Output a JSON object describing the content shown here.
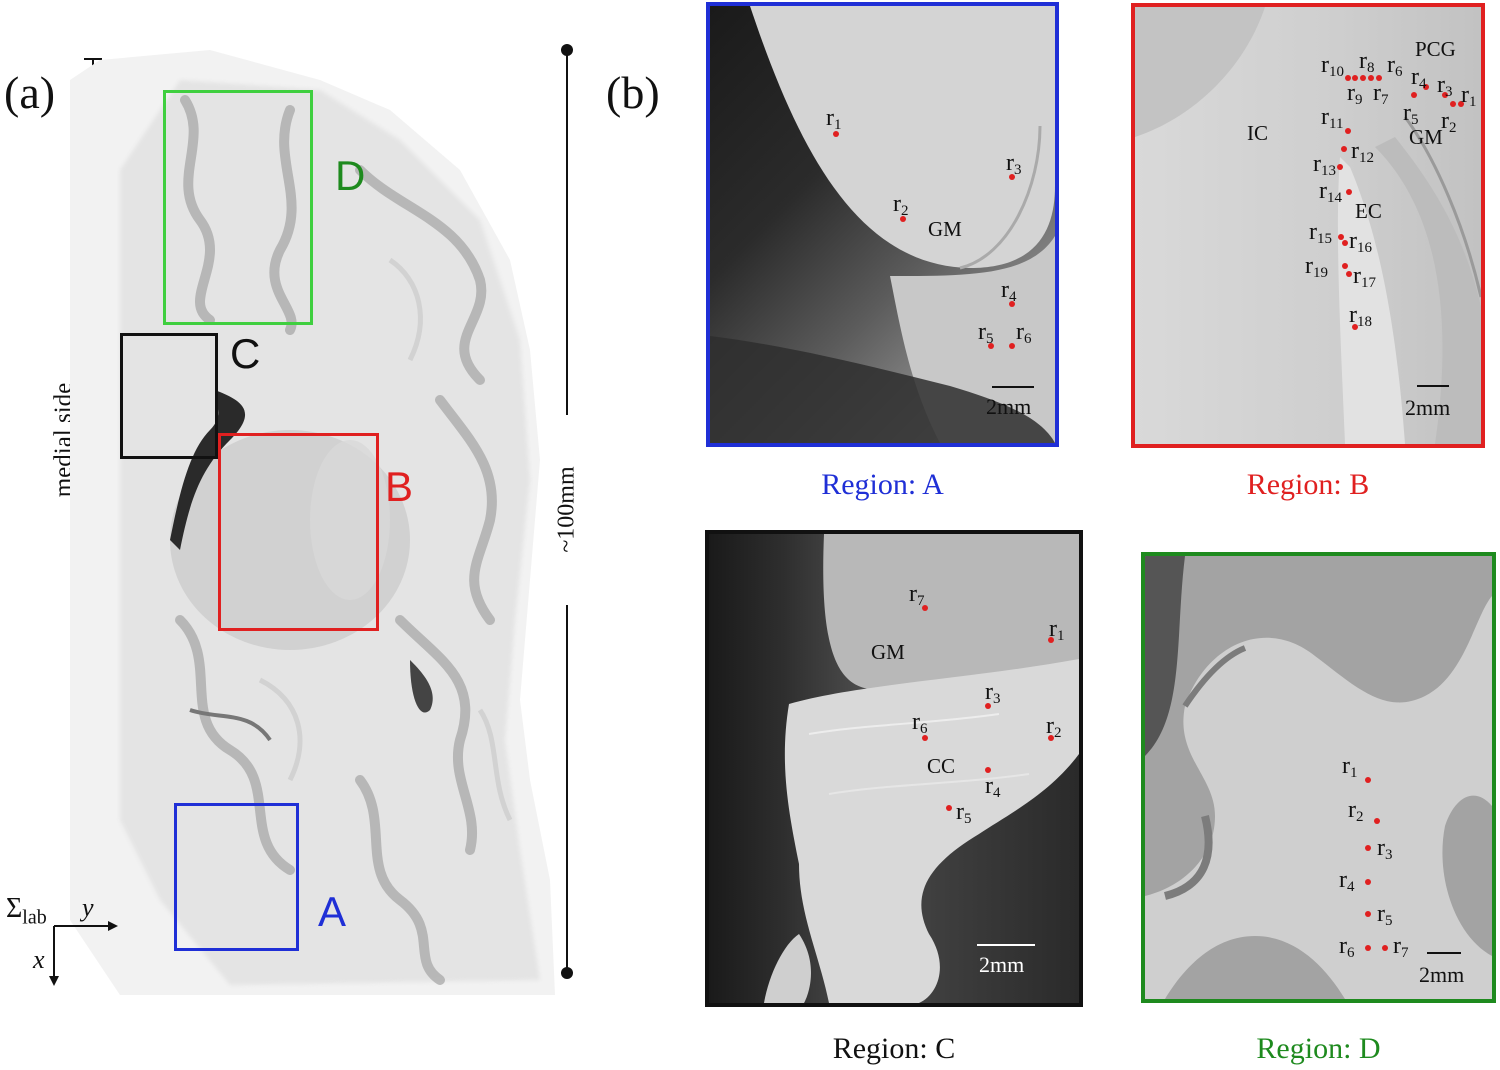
{
  "panel_a": {
    "label": "(a)",
    "medial_side": "medial side",
    "size_label": "~100mm",
    "axes": {
      "sigma": "Σ",
      "sigma_sub": "lab",
      "y": "y",
      "x": "x"
    },
    "regions": [
      {
        "letter": "D",
        "color": "#1e8a1e",
        "box_color": "#3fcf3f"
      },
      {
        "letter": "C",
        "color": "#111111",
        "box_color": "#111111"
      },
      {
        "letter": "B",
        "color": "#e02020",
        "box_color": "#e02020"
      },
      {
        "letter": "A",
        "color": "#1f2fd6",
        "box_color": "#1f2fd6"
      }
    ]
  },
  "panel_b": {
    "label": "(b)",
    "region_a": {
      "caption": "Region: A",
      "color": "#1f2fd6",
      "scale": "2mm",
      "tissue": [
        "GM"
      ],
      "points": [
        "r1",
        "r2",
        "r3",
        "r4",
        "r5",
        "r6"
      ]
    },
    "region_b": {
      "caption": "Region: B",
      "color": "#e02020",
      "scale": "2mm",
      "tissue": [
        "PCG",
        "IC",
        "GM",
        "EC"
      ],
      "points": [
        "r10",
        "r8",
        "r6",
        "r9",
        "r7",
        "r4",
        "r3",
        "r1",
        "r5",
        "r2",
        "r11",
        "r12",
        "r13",
        "r14",
        "r15",
        "r16",
        "r19",
        "r17",
        "r18"
      ]
    },
    "region_c": {
      "caption": "Region: C",
      "color": "#111111",
      "scale": "2mm",
      "tissue": [
        "GM",
        "CC"
      ],
      "points": [
        "r7",
        "r1",
        "r3",
        "r6",
        "r2",
        "r4",
        "r5"
      ]
    },
    "region_d": {
      "caption": "Region: D",
      "color": "#1e8a1e",
      "scale": "2mm",
      "tissue": [],
      "points": [
        "r1",
        "r2",
        "r3",
        "r4",
        "r5",
        "r6",
        "r7"
      ]
    }
  }
}
